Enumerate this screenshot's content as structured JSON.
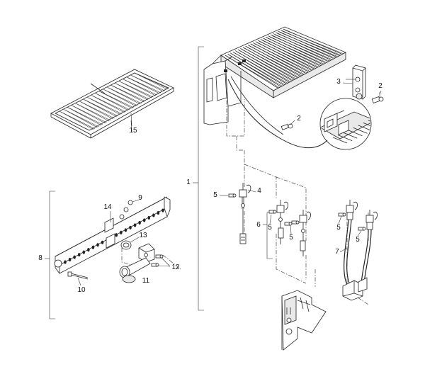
{
  "labels": {
    "l1": "1",
    "l2a": "2",
    "l2b": "2",
    "l3": "3",
    "l4": "4",
    "l5a": "5",
    "l5b": "5",
    "l5c": "5",
    "l5d": "5",
    "l5e": "5",
    "l6": "6",
    "l7": "7",
    "l8": "8",
    "l9": "9",
    "l10": "10",
    "l11": "11",
    "l12": "12",
    "l13": "13",
    "l14": "14",
    "l15": "15"
  }
}
